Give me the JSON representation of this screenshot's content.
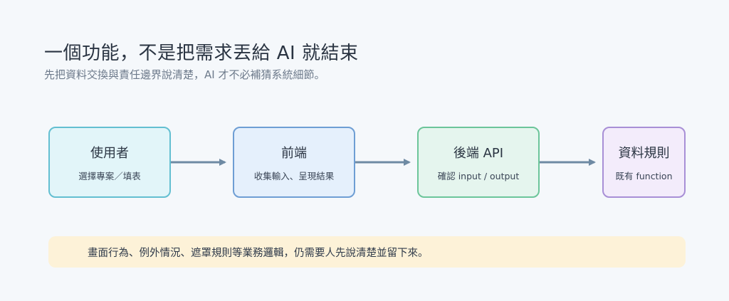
{
  "header": {
    "title": "一個功能，不是把需求丟給 AI 就結束",
    "subtitle": "先把資料交換與責任邊界說清楚，AI 才不必補猜系統細節。"
  },
  "flow": {
    "nodes": [
      {
        "label": "使用者",
        "sub": "選擇專案／填表"
      },
      {
        "label": "前端",
        "sub": "收集輸入、呈現結果"
      },
      {
        "label": "後端 API",
        "sub": "確認 input / output"
      },
      {
        "label": "資料規則",
        "sub": "既有 function"
      }
    ]
  },
  "note": {
    "text": "畫面行為、例外情況、遮罩規則等業務邏輯，仍需要人先說清楚並留下來。"
  },
  "colors": {
    "arrow": "#6e8aa3",
    "node_1_border": "#63bfd1",
    "node_2_border": "#6e9ed4",
    "node_3_border": "#6cc59a",
    "node_4_border": "#a88fd6",
    "note_background": "#fdf2d8"
  }
}
